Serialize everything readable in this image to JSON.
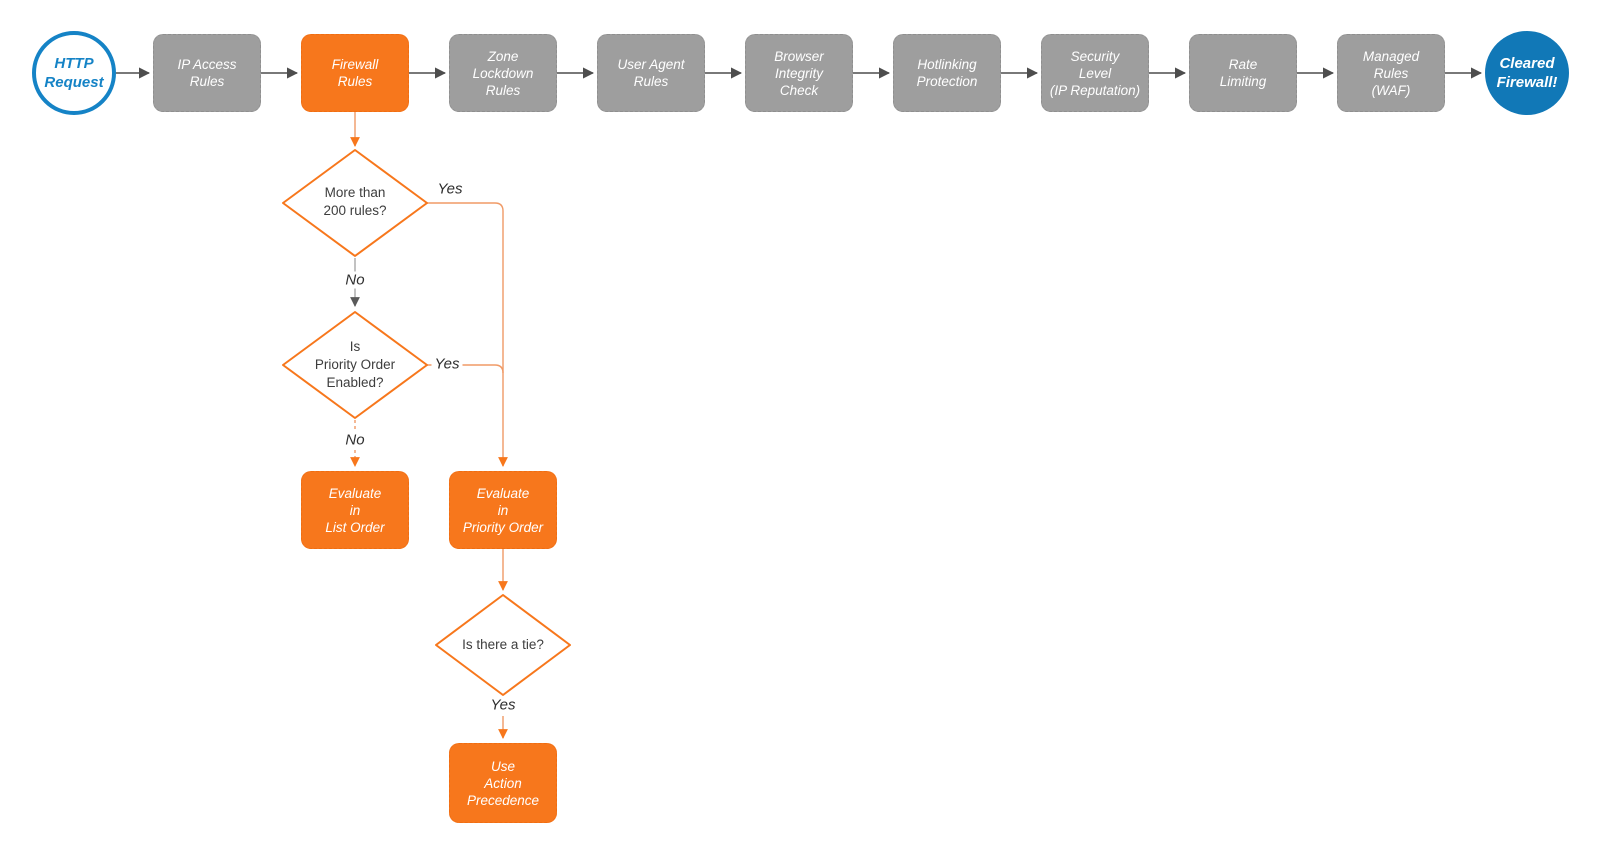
{
  "diagram_type": "flowchart",
  "colors": {
    "gray_node": "#9e9e9e",
    "orange_node": "#f7771c",
    "blue_fill": "#1178b7",
    "blue_outline": "#1583c6",
    "dark_connector": "#4d4d4d",
    "orange_connector": "#f09a66",
    "gray_connector": "#a9a9a9"
  },
  "pipeline": {
    "start": {
      "label": "HTTP\nRequest"
    },
    "stages": [
      {
        "label": "IP Access\nRules"
      },
      {
        "label": "Firewall\nRules",
        "highlighted": true
      },
      {
        "label": "Zone\nLockdown\nRules"
      },
      {
        "label": "User Agent\nRules"
      },
      {
        "label": "Browser\nIntegrity\nCheck"
      },
      {
        "label": "Hotlinking\nProtection"
      },
      {
        "label": "Security\nLevel\n(IP Reputation)"
      },
      {
        "label": "Rate\nLimiting"
      },
      {
        "label": "Managed\nRules\n(WAF)"
      }
    ],
    "end": {
      "label": "Cleared\nFirewall!"
    }
  },
  "firewall_branch": {
    "decisions": {
      "more_than_200_rules": {
        "label": "More than\n200 rules?",
        "yes": "Yes",
        "no": "No"
      },
      "priority_order_enabled": {
        "label": "Is\nPriority Order\nEnabled?",
        "yes": "Yes",
        "no": "No"
      },
      "is_there_a_tie": {
        "label": "Is there a tie?",
        "yes": "Yes"
      }
    },
    "actions": {
      "evaluate_list_order": {
        "label": "Evaluate\nin\nList Order"
      },
      "evaluate_priority_order": {
        "label": "Evaluate\nin\nPriority Order"
      },
      "use_action_precedence": {
        "label": "Use\nAction\nPrecedence"
      }
    }
  }
}
